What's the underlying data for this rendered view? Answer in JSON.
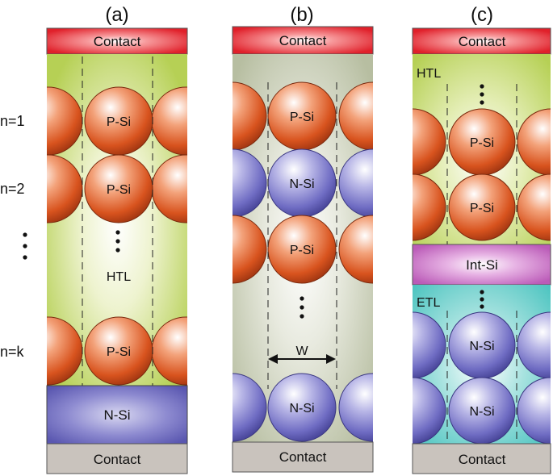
{
  "panel_labels": {
    "a": "(a)",
    "b": "(b)",
    "c": "(c)"
  },
  "row_labels": {
    "n1": "n=1",
    "n2": "n=2",
    "nk": "n=k"
  },
  "contact_label": "Contact",
  "a": {
    "p_si_1": "P-Si",
    "p_si_2": "P-Si",
    "htl": "HTL",
    "p_si_k": "P-Si",
    "n_si": "N-Si"
  },
  "b": {
    "p_si_1": "P-Si",
    "n_si_1": "N-Si",
    "p_si_2": "P-Si",
    "width_label": "W",
    "n_si_2": "N-Si"
  },
  "c": {
    "htl": "HTL",
    "p_si_1": "P-Si",
    "p_si_2": "P-Si",
    "int_si": "Int-Si",
    "etl": "ETL",
    "n_si_1": "N-Si",
    "n_si_2": "N-Si"
  },
  "colors": {
    "htl_layer": "#b6d055",
    "etl_layer": "#4cc4c0",
    "p_si": "#d8531e",
    "n_si": "#6f6cc3",
    "contact_top": "#e0202a",
    "contact_bottom": "#c9c3bd",
    "int_si": "#bb5bb8",
    "b_background": "#b7bea1"
  }
}
